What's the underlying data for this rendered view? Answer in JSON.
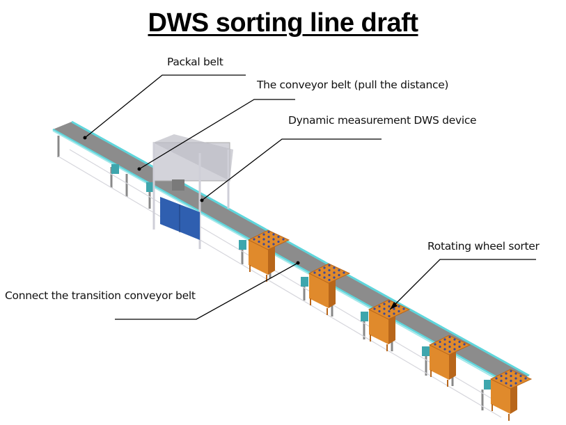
{
  "title": "DWS sorting line draft",
  "callouts": [
    {
      "id": "packal-belt",
      "label": "Packal belt"
    },
    {
      "id": "conveyor-pull",
      "label": "The conveyor belt (pull the distance)"
    },
    {
      "id": "dws-device",
      "label": "Dynamic measurement DWS device"
    },
    {
      "id": "wheel-sorter",
      "label": "Rotating wheel sorter"
    },
    {
      "id": "transition-belt",
      "label": "Connect the transition conveyor belt"
    }
  ],
  "colors": {
    "belt": "#8c8c8c",
    "belt_edge": "#5fd6dc",
    "sorter": "#e08a2c",
    "sorter_dark": "#b8661a",
    "cabinet": "#2f5fb0",
    "frame": "#dcdce4",
    "motor": "#3ea6ad"
  },
  "sorter_count": 5
}
